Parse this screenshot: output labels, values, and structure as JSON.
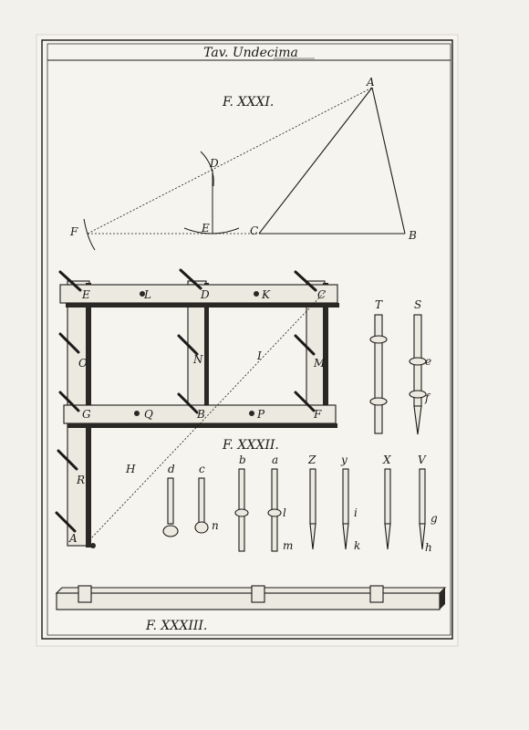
{
  "plate": {
    "title": "Tav. Undecima",
    "fig1": "F. XXXI.",
    "fig2": "F. XXXII.",
    "fig3": "F. XXXIII."
  },
  "fig31_points": {
    "A": "A",
    "B": "B",
    "C": "C",
    "D": "D",
    "E": "E",
    "F": "F"
  },
  "fig32_points": {
    "E": "E",
    "L": "L",
    "D": "D",
    "K": "K",
    "C": "C",
    "O": "O",
    "N": "N",
    "I": "I",
    "M": "M",
    "G": "G",
    "Q": "Q",
    "B": "B",
    "P": "P",
    "F": "F",
    "H": "H",
    "R": "R",
    "A": "A"
  },
  "rods": {
    "T": "T",
    "S": "S",
    "e": "e",
    "f": "f",
    "d": "d",
    "c": "c",
    "n": "n",
    "b": "b",
    "a": "a",
    "l": "l",
    "m": "m",
    "Z": "Z",
    "y": "y",
    "i": "i",
    "k": "k",
    "X": "X",
    "V": "V",
    "g": "g",
    "h": "h"
  }
}
